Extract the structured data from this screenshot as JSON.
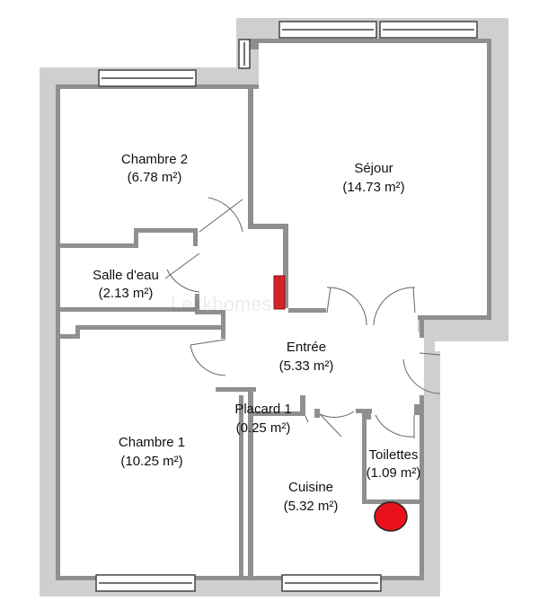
{
  "plan": {
    "colors": {
      "wall_outer": "#cfcfcf",
      "wall_inner": "#8f8f8f",
      "window": "#444444",
      "door_stroke": "#666666",
      "heater": "#d6222a",
      "boiler": "#e8111b"
    },
    "rooms": [
      {
        "id": "chambre2",
        "name": "Chambre 2",
        "area": "(6.78 m²)"
      },
      {
        "id": "sejour",
        "name": "Séjour",
        "area": "(14.73 m²)"
      },
      {
        "id": "salle-eau",
        "name": "Salle d'eau",
        "area": "(2.13 m²)"
      },
      {
        "id": "entree",
        "name": "Entrée",
        "area": "(5.33 m²)"
      },
      {
        "id": "placard1",
        "name": "Placard 1",
        "area": "(0.25 m²)"
      },
      {
        "id": "chambre1",
        "name": "Chambre 1",
        "area": "(10.25 m²)"
      },
      {
        "id": "toilettes",
        "name": "Toilettes",
        "area": "(1.09 m²)"
      },
      {
        "id": "cuisine",
        "name": "Cuisine",
        "area": "(5.32 m²)"
      }
    ],
    "watermark": "Lekkhomes"
  }
}
